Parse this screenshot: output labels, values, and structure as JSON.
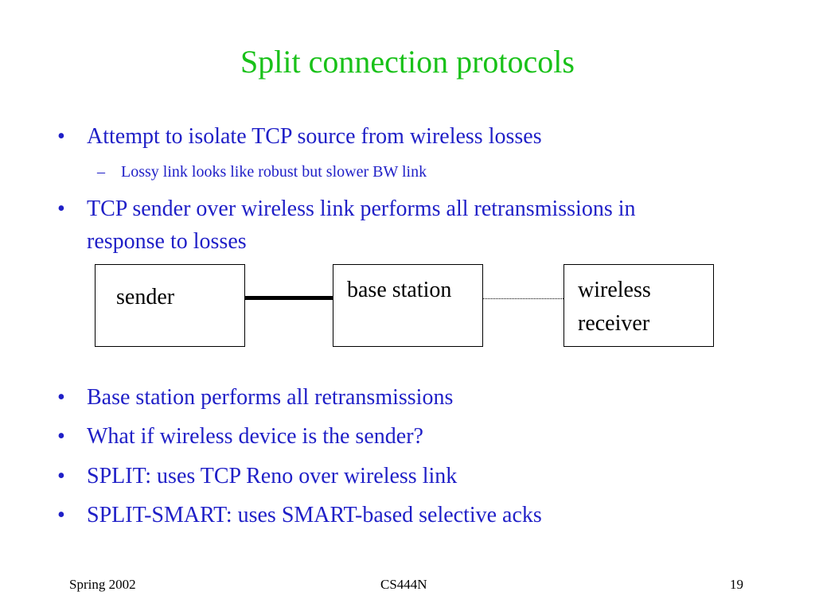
{
  "title": "Split connection protocols",
  "bullets_top": [
    {
      "mark": "•",
      "text": "Attempt to isolate TCP source from wireless losses"
    },
    {
      "mark": "–",
      "text": "Lossy link looks like robust but slower BW link"
    },
    {
      "mark": "•",
      "line1": "TCP sender over wireless link performs all retransmissions in",
      "line2": "response to losses"
    }
  ],
  "diagram": {
    "sender_label": "sender",
    "base_station_label": "base station",
    "receiver_line1": "wireless",
    "receiver_line2": "receiver"
  },
  "bullets_bottom": [
    {
      "mark": "•",
      "text": "Base station performs all retransmissions"
    },
    {
      "mark": "•",
      "text": "What if wireless device is the sender?"
    },
    {
      "mark": "•",
      "text": "SPLIT: uses TCP Reno over wireless link"
    },
    {
      "mark": "•",
      "text": "SPLIT-SMART: uses SMART-based selective acks"
    }
  ],
  "footer": {
    "left": "Spring 2002",
    "center": "CS444N",
    "right": "19"
  },
  "colors": {
    "title": "#19c119",
    "bullet_text": "#1f1fc7"
  }
}
